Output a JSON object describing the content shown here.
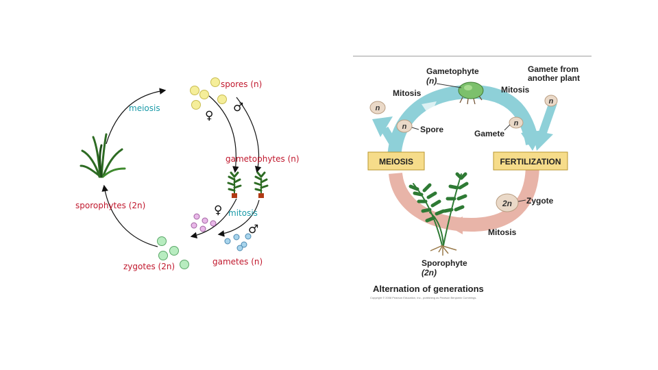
{
  "left_diagram": {
    "labels": {
      "spores": "spores (n)",
      "meiosis": "meiosis",
      "gametophytes": "gametophytes (n)",
      "sporophytes": "sporophytes (2n)",
      "mitosis": "mitosis",
      "zygotes": "zygotes (2n)",
      "gametes": "gametes (n)"
    },
    "symbols": {
      "female": "♀",
      "male": "♂"
    },
    "colors": {
      "red_text": "#c0172c",
      "teal_text": "#1a9aa8",
      "spore_yellow": "#f5ee9a",
      "gamete_pink": "#e8b8e8",
      "gamete_blue": "#a8d4ec",
      "zygote_green": "#b8ecc0"
    }
  },
  "right_diagram": {
    "labels": {
      "gametophyte": "Gametophyte",
      "gametophyte_ploidy": "(n)",
      "mitosis_left": "Mitosis",
      "mitosis_right": "Mitosis",
      "gamete_from_line1": "Gamete from",
      "gamete_from_line2": "another plant",
      "spore": "Spore",
      "gamete": "Gamete",
      "meiosis_box": "MEIOSIS",
      "fertilization_box": "FERTILIZATION",
      "zygote": "Zygote",
      "mitosis_bottom": "Mitosis",
      "sporophyte": "Sporophyte",
      "sporophyte_ploidy": "(2n)",
      "caption": "Alternation of generations",
      "copyright": "Copyright © 2008 Pearson Education, Inc., publishing as Pearson Benjamin Cummings."
    },
    "cell_labels": {
      "n": "n",
      "two_n": "2n"
    },
    "colors": {
      "arrow_teal": "#8ed0d8",
      "arrow_pink": "#e8b4a8",
      "box_fill": "#f6dc8a",
      "cell_fill": "#ead9c8"
    }
  }
}
